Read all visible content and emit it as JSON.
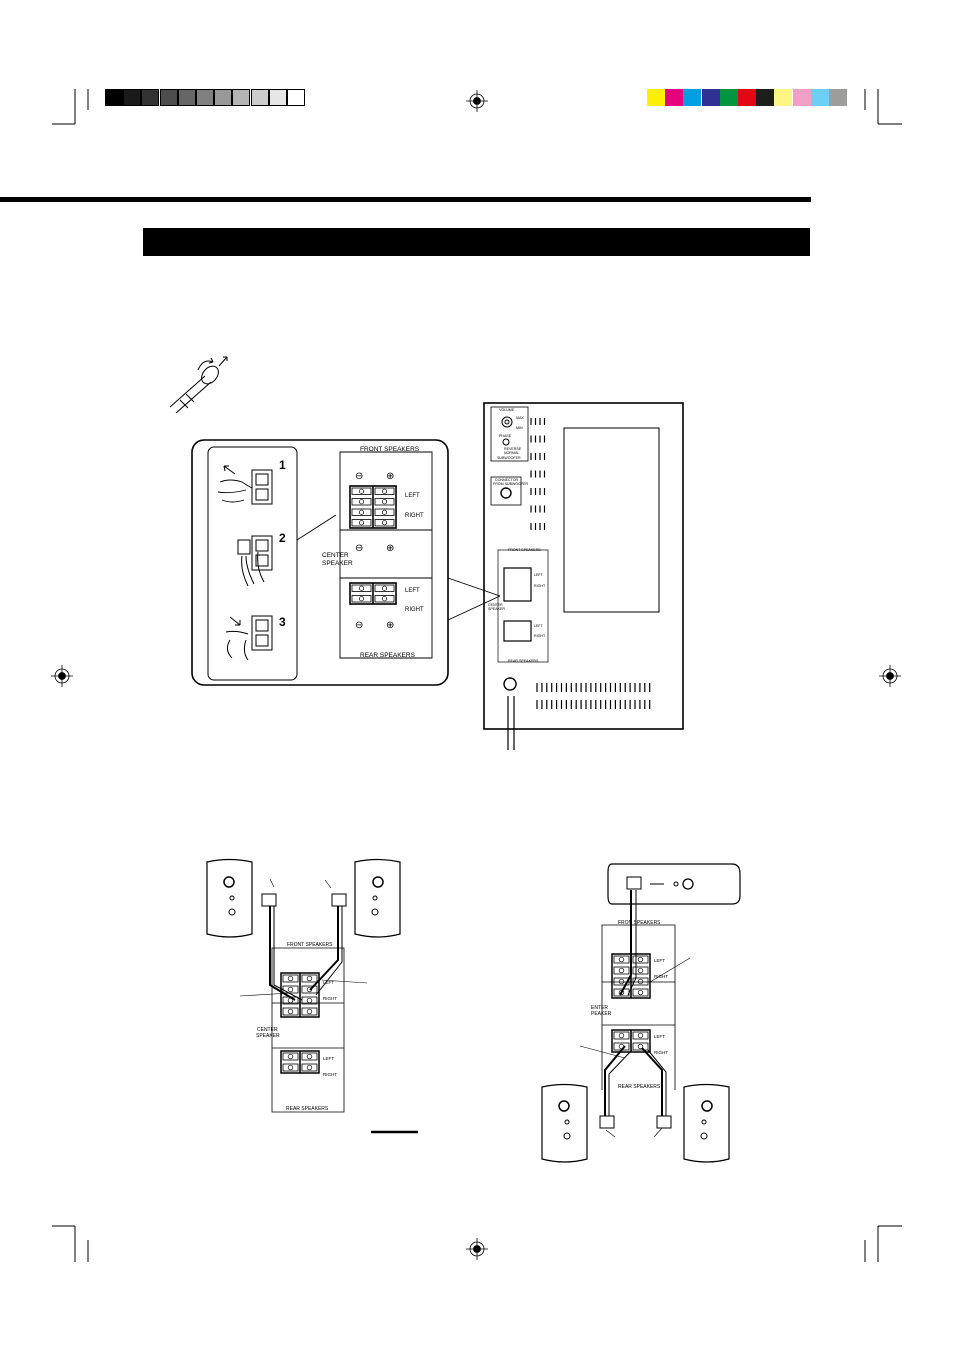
{
  "calibration": {
    "grayscale": [
      "#000000",
      "#1a1a1a",
      "#333333",
      "#4d4d4d",
      "#666666",
      "#808080",
      "#999999",
      "#b3b3b3",
      "#cccccc",
      "#e6e6e6",
      "#ffffff"
    ],
    "colors": [
      "#ffef00",
      "#e6007e",
      "#009fe3",
      "#2e3192",
      "#00963f",
      "#e30613",
      "#1d1d1b",
      "#fff685",
      "#f29fc5",
      "#6dcff6",
      "#9d9d9c"
    ]
  },
  "detail_panel": {
    "steps": [
      "1",
      "2",
      "3"
    ],
    "front_speakers": "FRONT SPEAKERS",
    "center_speaker_line1": "CENTER",
    "center_speaker_line2": "SPEAKER",
    "rear_speakers": "REAR SPEAKERS",
    "left": "LEFT",
    "right": "RIGHT",
    "minus": "⊖",
    "plus": "⊕"
  },
  "back_panel": {
    "volume": "VOLUME",
    "max": "MAX",
    "min": "MIN",
    "phase": "PHASE",
    "reverse": "REVERSE",
    "normal": "NORMAL",
    "subwoofer": "SUBWOOFER",
    "connector_line1": "CONNECTOR",
    "connector_line2": "FROM SUBWOOFER",
    "front_speakers": "FRONT SPEAKERS",
    "center_line1": "CENTER",
    "center_line2": "SPEAKER",
    "rear_speakers": "REAR SPEAKERS",
    "left": "LEFT",
    "right": "RIGHT"
  },
  "diagram_front": {
    "front_speakers": "FRONT SPEAKERS",
    "center_line1": "CENTER",
    "center_line2": "SPEAKER",
    "rear_speakers": "REAR SPEAKERS",
    "left": "LEFT",
    "right": "RIGHT"
  },
  "diagram_rear": {
    "front_speakers": "FRON  SPEAKERS",
    "center_line1": "ENTER",
    "center_line2": "PEAKER",
    "rear_speakers": "REAR SPEAKERS",
    "left": "LEFT",
    "right": "RIGHT"
  }
}
